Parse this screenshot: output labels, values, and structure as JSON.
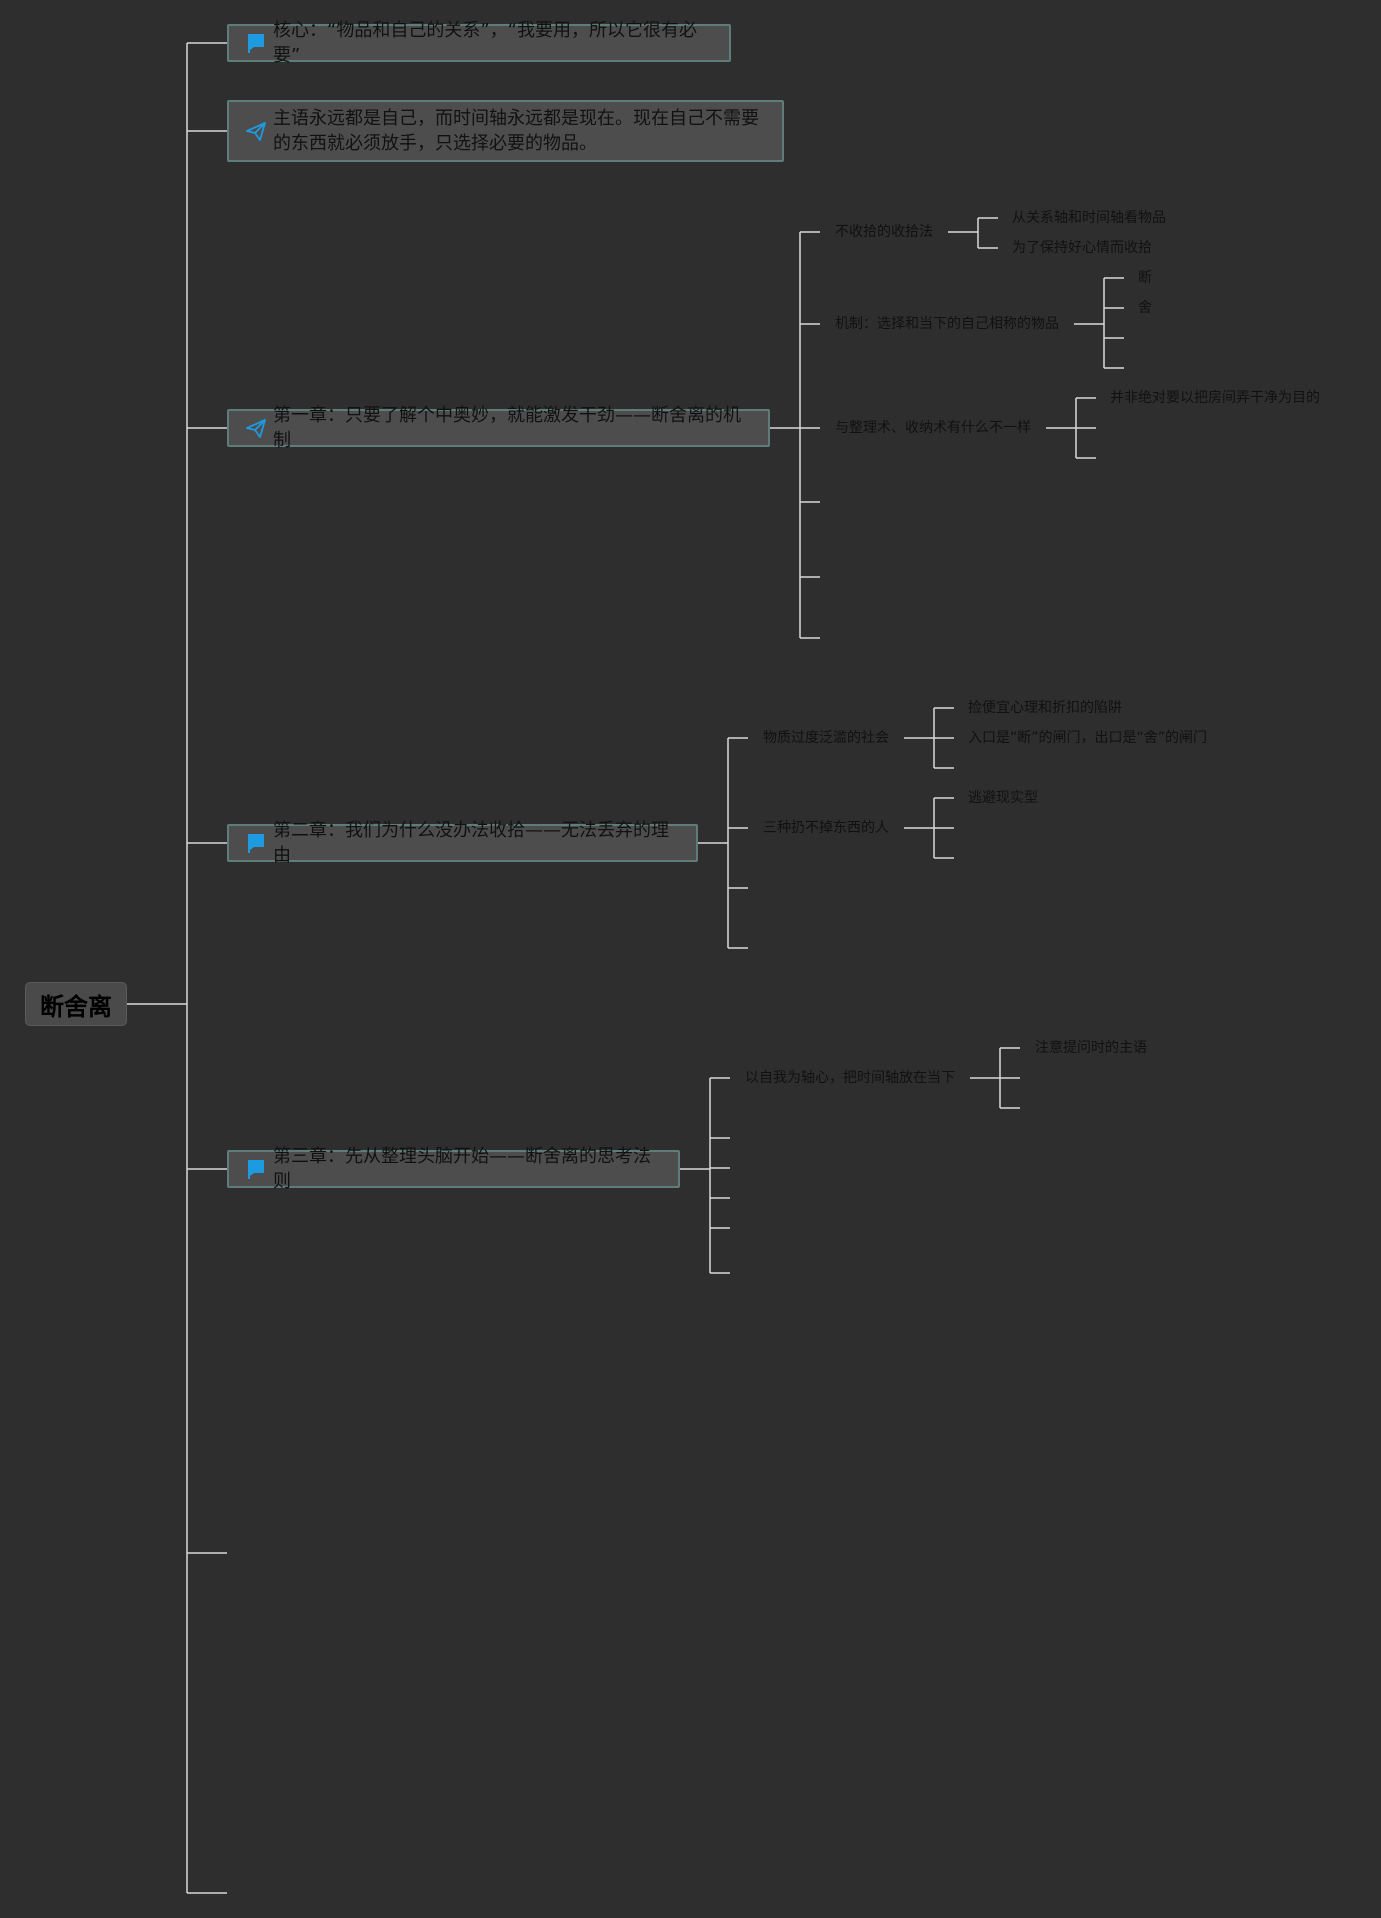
{
  "root": {
    "label": "断舍离"
  },
  "topics": {
    "core": {
      "label": "核心：“物品和自己的关系”，“我要用，所以它很有必要”",
      "icon": "flag-icon"
    },
    "subject": {
      "line1": "主语永远都是自己，而时间轴永远都是现在。现在自己不需要",
      "line2": "的东西就必须放手，只选择必要的物品。",
      "icon": "paper-plane-icon"
    },
    "ch1": {
      "label": "第一章：只要了解个中奥妙，就能激发干劲——断舍离的机制",
      "icon": "paper-plane-icon",
      "subs": {
        "s1": {
          "label": "不收拾的收拾法",
          "leaves": [
            "从关系轴和时间轴看物品",
            "为了保持好心情而收拾"
          ]
        },
        "s2": {
          "label": "机制：选择和当下的自己相称的物品",
          "leaves": [
            "断",
            "舍"
          ]
        },
        "s3": {
          "label": "与整理术、收纳术有什么不一样",
          "leaves": [
            "并非绝对要以把房间弄干净为目的"
          ]
        }
      }
    },
    "ch2": {
      "label": "第二章：我们为什么没办法收拾——无法丢弃的理由",
      "icon": "flag-icon",
      "subs": {
        "s1": {
          "label": "物质过度泛滥的社会",
          "leaves": [
            "捡便宜心理和折扣的陷阱",
            "入口是“断”的闸门，出口是“舍”的闸门"
          ]
        },
        "s2": {
          "label": "三种扔不掉东西的人",
          "leaves": [
            "逃避现实型"
          ]
        }
      }
    },
    "ch3": {
      "label": "第三章：先从整理头脑开始——断舍离的思考法则",
      "icon": "flag-icon",
      "subs": {
        "s1": {
          "label": "以自我为轴心，把时间轴放在当下",
          "leaves": [
            "注意提问时的主语"
          ]
        }
      }
    }
  },
  "colors": {
    "background": "#2e2e2e",
    "line": "#d8d8d8",
    "topic_border": "#5e7d78",
    "icon": "#1e9be0"
  }
}
